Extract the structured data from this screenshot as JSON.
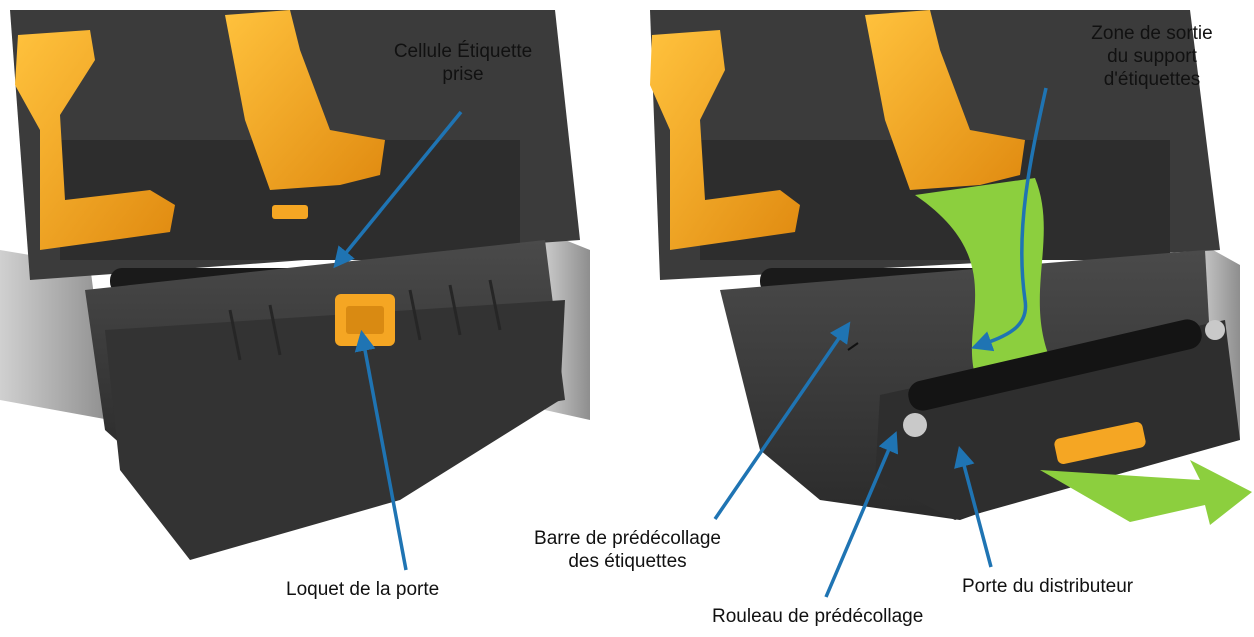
{
  "colors": {
    "callout_arrow": "#1f74b3",
    "spindle_yellow": "#f5a623",
    "label_media_green": "#8ccf3e",
    "printer_body": "#3a3a3a",
    "printer_dark": "#242424",
    "printer_side_grey": "#b4b4b4"
  },
  "left_panel": {
    "callouts": {
      "label_taken_sensor": {
        "line1": "Cellule Étiquette",
        "line2": "prise"
      },
      "door_latch": {
        "text": "Loquet de la porte"
      }
    }
  },
  "right_panel": {
    "callouts": {
      "media_exit": {
        "line1": "Zone de sortie",
        "line2": "du support",
        "line3": "d'étiquettes"
      },
      "peel_bar": {
        "line1": "Barre de prédécollage",
        "line2": "des étiquettes"
      },
      "dispenser_door": {
        "text": "Porte du distributeur"
      },
      "peel_roller": {
        "text": "Rouleau de prédécollage"
      }
    }
  }
}
